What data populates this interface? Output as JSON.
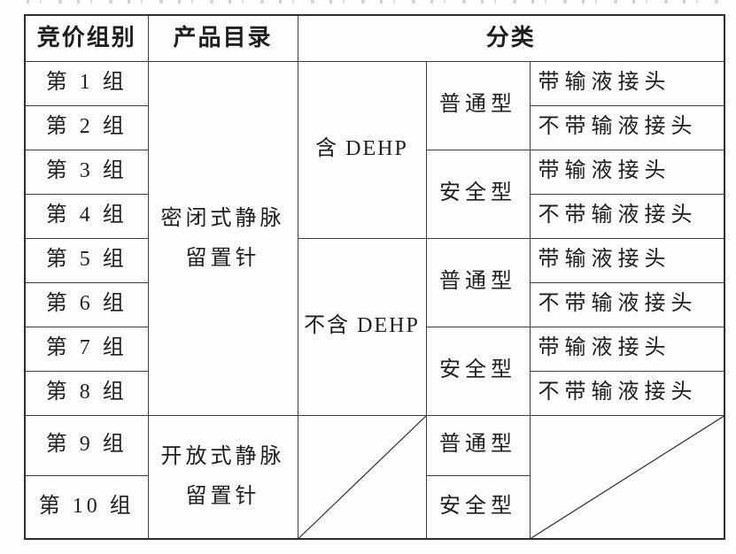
{
  "page": {
    "background_color": "#fdfdfb",
    "border_color": "#3d3d3d",
    "text_color": "#1e1e1e"
  },
  "table": {
    "headers": {
      "bidding_group": "竞价组别",
      "product_catalog": "产品目录",
      "category": "分类"
    },
    "groups": [
      "第 1 组",
      "第 2 组",
      "第 3 组",
      "第 4 组",
      "第 5 组",
      "第 6 组",
      "第 7 组",
      "第 8 组",
      "第 9 组",
      "第 10 组"
    ],
    "catalogs": [
      {
        "line1": "密闭式静脉",
        "line2": "留置针"
      },
      {
        "line1": "开放式静脉",
        "line2": "留置针"
      }
    ],
    "dehp_options": [
      "含 DEHP",
      "不含 DEHP"
    ],
    "type_options": [
      "普通型",
      "安全型"
    ],
    "connector_options": [
      "带输液接头",
      "不带输液接头"
    ]
  }
}
